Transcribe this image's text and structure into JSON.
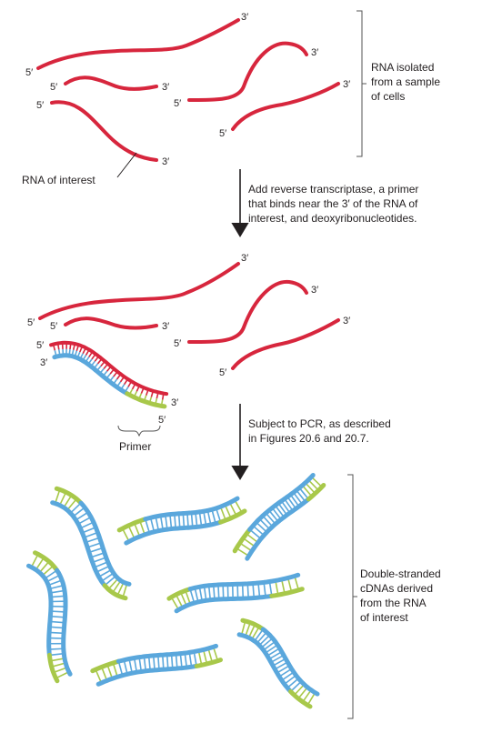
{
  "top_panel": {
    "label_rna_isolated": [
      "RNA isolated",
      "from a sample",
      "of cells"
    ],
    "label_rna_of_interest": "RNA of interest"
  },
  "step1": {
    "text": [
      "Add reverse transcriptase, a primer",
      "that binds near the 3′ of the RNA of",
      "interest, and deoxyribonucleotides."
    ]
  },
  "middle_panel": {
    "label_primer": "Primer"
  },
  "step2": {
    "text": [
      "Subject to PCR, as described",
      "in Figures 20.6 and 20.7."
    ]
  },
  "bottom_panel": {
    "label_cdnas": [
      "Double-stranded",
      "cDNAs derived",
      "from the RNA",
      "of interest"
    ]
  },
  "ends": {
    "five_prime": "5′",
    "three_prime": "3′"
  },
  "colors": {
    "rna": "#d7263d",
    "cdna": "#5aa7dc",
    "primer": "#a8c84a"
  }
}
